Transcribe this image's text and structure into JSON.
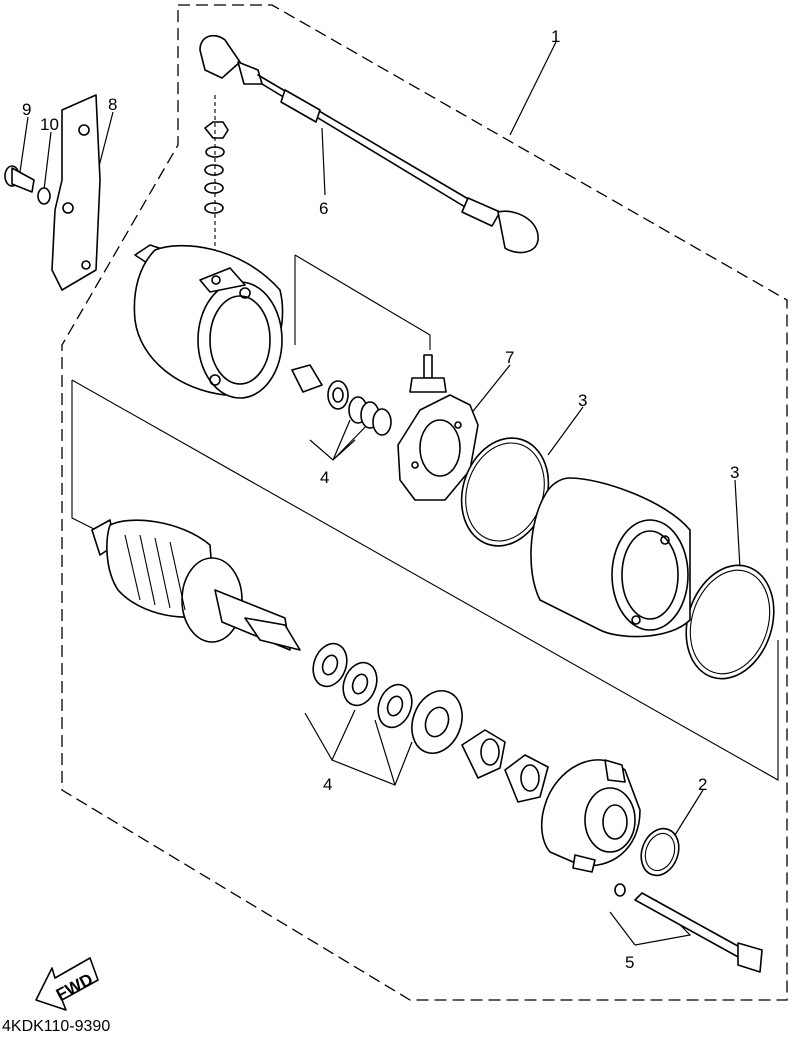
{
  "callouts": {
    "c1": "1",
    "c2": "2",
    "c3a": "3",
    "c3b": "3",
    "c4a": "4",
    "c4b": "4",
    "c5": "5",
    "c6": "6",
    "c7": "7",
    "c8": "8",
    "c9": "9",
    "c10": "10"
  },
  "fwd_label": "FWD",
  "diagram_code": "4KDK110-9390"
}
